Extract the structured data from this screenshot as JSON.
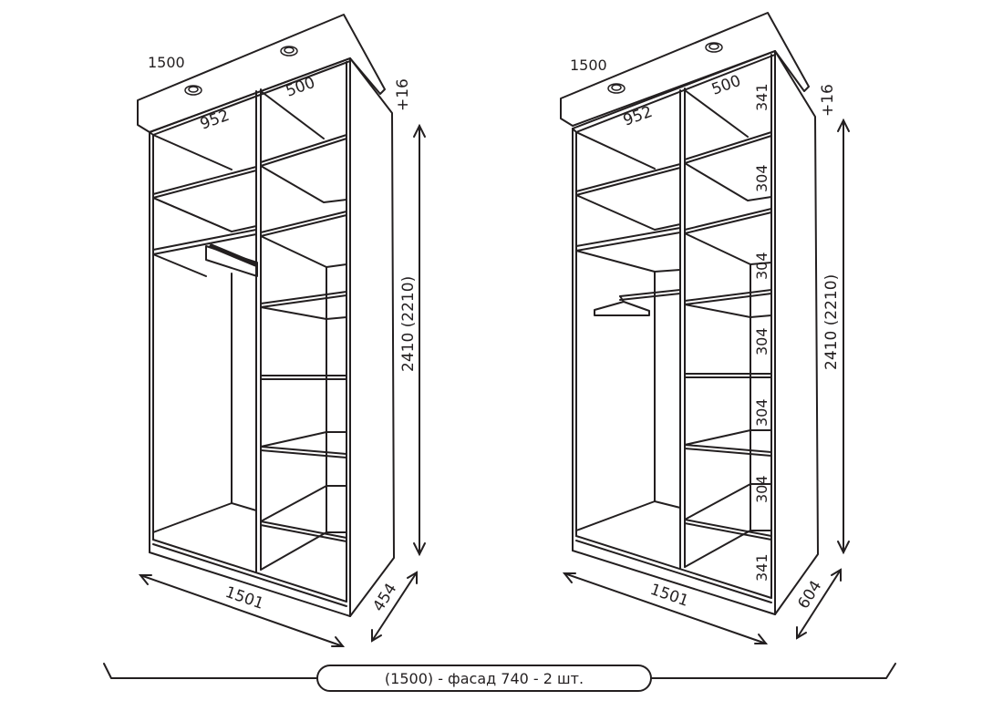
{
  "caption": "(1500) - фасад 740 - 2 шт.",
  "left_wardrobe": {
    "top_width": "1500",
    "top_depth": "952",
    "top_shelf": "500",
    "top_offset": "+16",
    "height": "2410 (2210)",
    "width": "1501",
    "depth": "454"
  },
  "right_wardrobe": {
    "top_width": "1500",
    "top_depth": "952",
    "top_shelf": "500",
    "top_offset": "+16",
    "height": "2410 (2210)",
    "width": "1501",
    "depth": "604",
    "shelf_heights": [
      "341",
      "304",
      "304",
      "304",
      "304",
      "304",
      "341"
    ]
  }
}
